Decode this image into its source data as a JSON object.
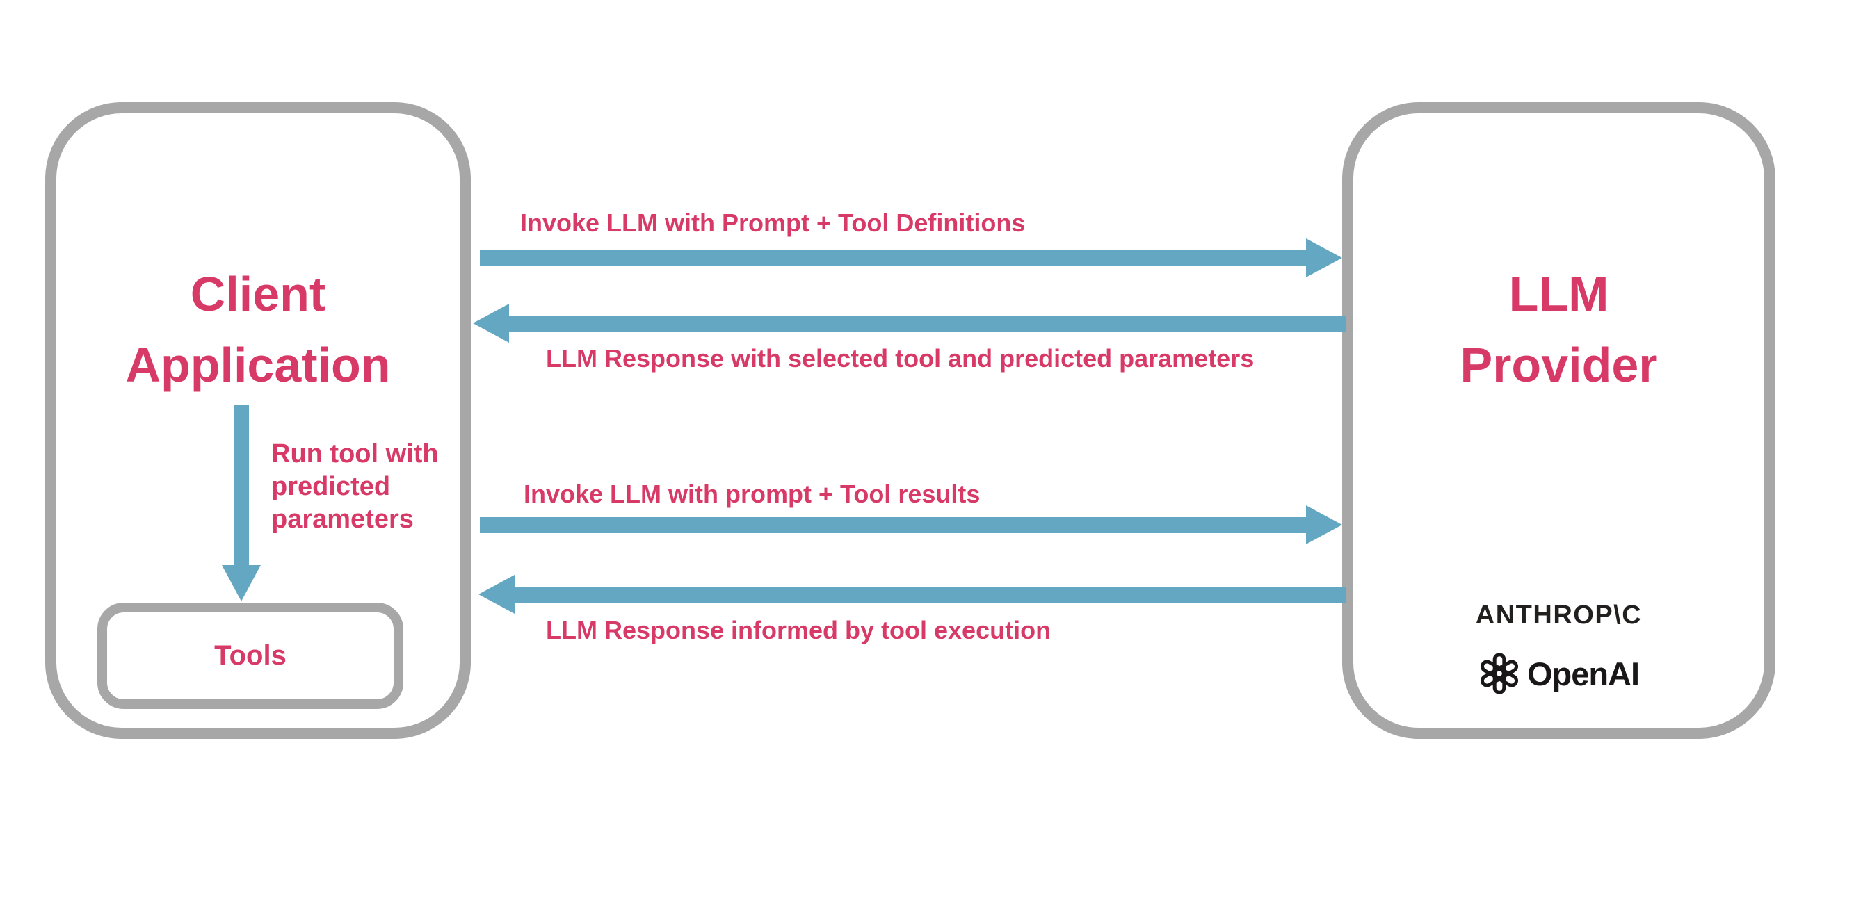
{
  "diagram": {
    "client_box": {
      "title_line1": "Client",
      "title_line2": "Application",
      "tools_label": "Tools",
      "run_tool_lines": [
        "Run tool with",
        "predicted",
        "parameters"
      ]
    },
    "llm_box": {
      "title_line1": "LLM",
      "title_line2": "Provider",
      "anthropic_logo_text": "ANTHROP\\C",
      "openai_logo_text": "OpenAI"
    },
    "arrows": [
      {
        "label": "Invoke LLM with Prompt + Tool Definitions",
        "direction": "right",
        "from": "Client Application",
        "to": "LLM Provider"
      },
      {
        "label": "LLM Response with selected tool and predicted parameters",
        "direction": "left",
        "from": "LLM Provider",
        "to": "Client Application"
      },
      {
        "label": "Invoke LLM with prompt + Tool results",
        "direction": "right",
        "from": "Client Application",
        "to": "LLM Provider"
      },
      {
        "label": "LLM Response informed by tool execution",
        "direction": "left",
        "from": "LLM Provider",
        "to": "Client Application"
      },
      {
        "label": "Run tool with predicted parameters",
        "direction": "down",
        "from": "Client Application",
        "to": "Tools"
      }
    ],
    "colors": {
      "accent_pink": "#d83a68",
      "arrow_blue": "#63a7c2",
      "border_gray": "#a7a7a7",
      "logo_black": "#191717"
    }
  }
}
